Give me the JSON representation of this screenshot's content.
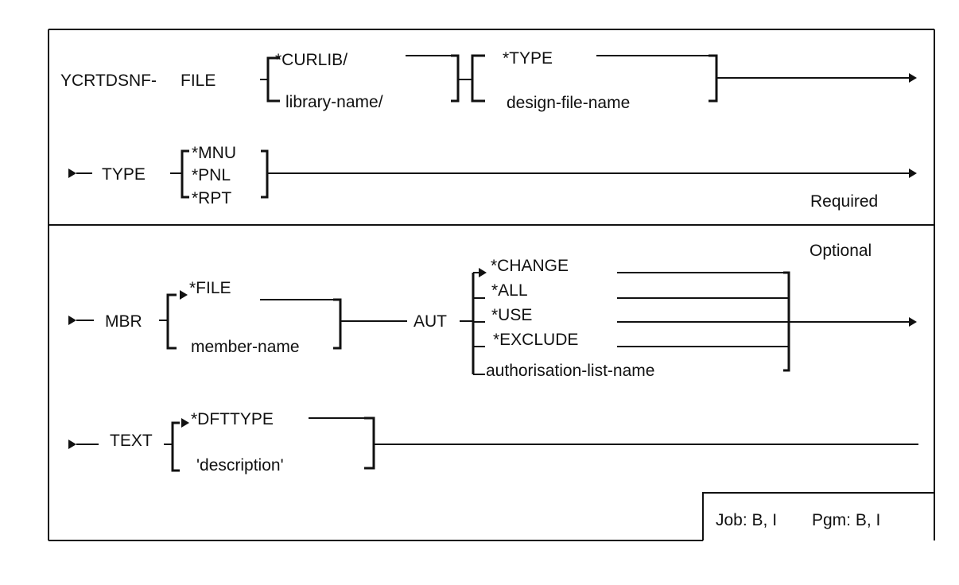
{
  "command": "YCRTDSNF",
  "required": {
    "label": "Required",
    "file": {
      "keyword": "FILE",
      "library_options": [
        "*CURLIB/",
        "library-name/"
      ],
      "file_options": [
        "*TYPE",
        "design-file-name"
      ]
    },
    "type": {
      "keyword": "TYPE",
      "options": [
        "*MNU",
        "*PNL",
        "*RPT"
      ]
    }
  },
  "optional": {
    "label": "Optional",
    "mbr": {
      "keyword": "MBR",
      "options": [
        "*FILE",
        "member-name"
      ]
    },
    "aut": {
      "keyword": "AUT",
      "options": [
        "*CHANGE",
        "*ALL",
        "*USE",
        "*EXCLUDE",
        "authorisation-list-name"
      ]
    },
    "text": {
      "keyword": "TEXT",
      "options": [
        "*DFTTYPE",
        "'description'"
      ]
    }
  },
  "footer": {
    "job_label": "Job: B, I",
    "pgm_label": "Pgm: B, I"
  }
}
